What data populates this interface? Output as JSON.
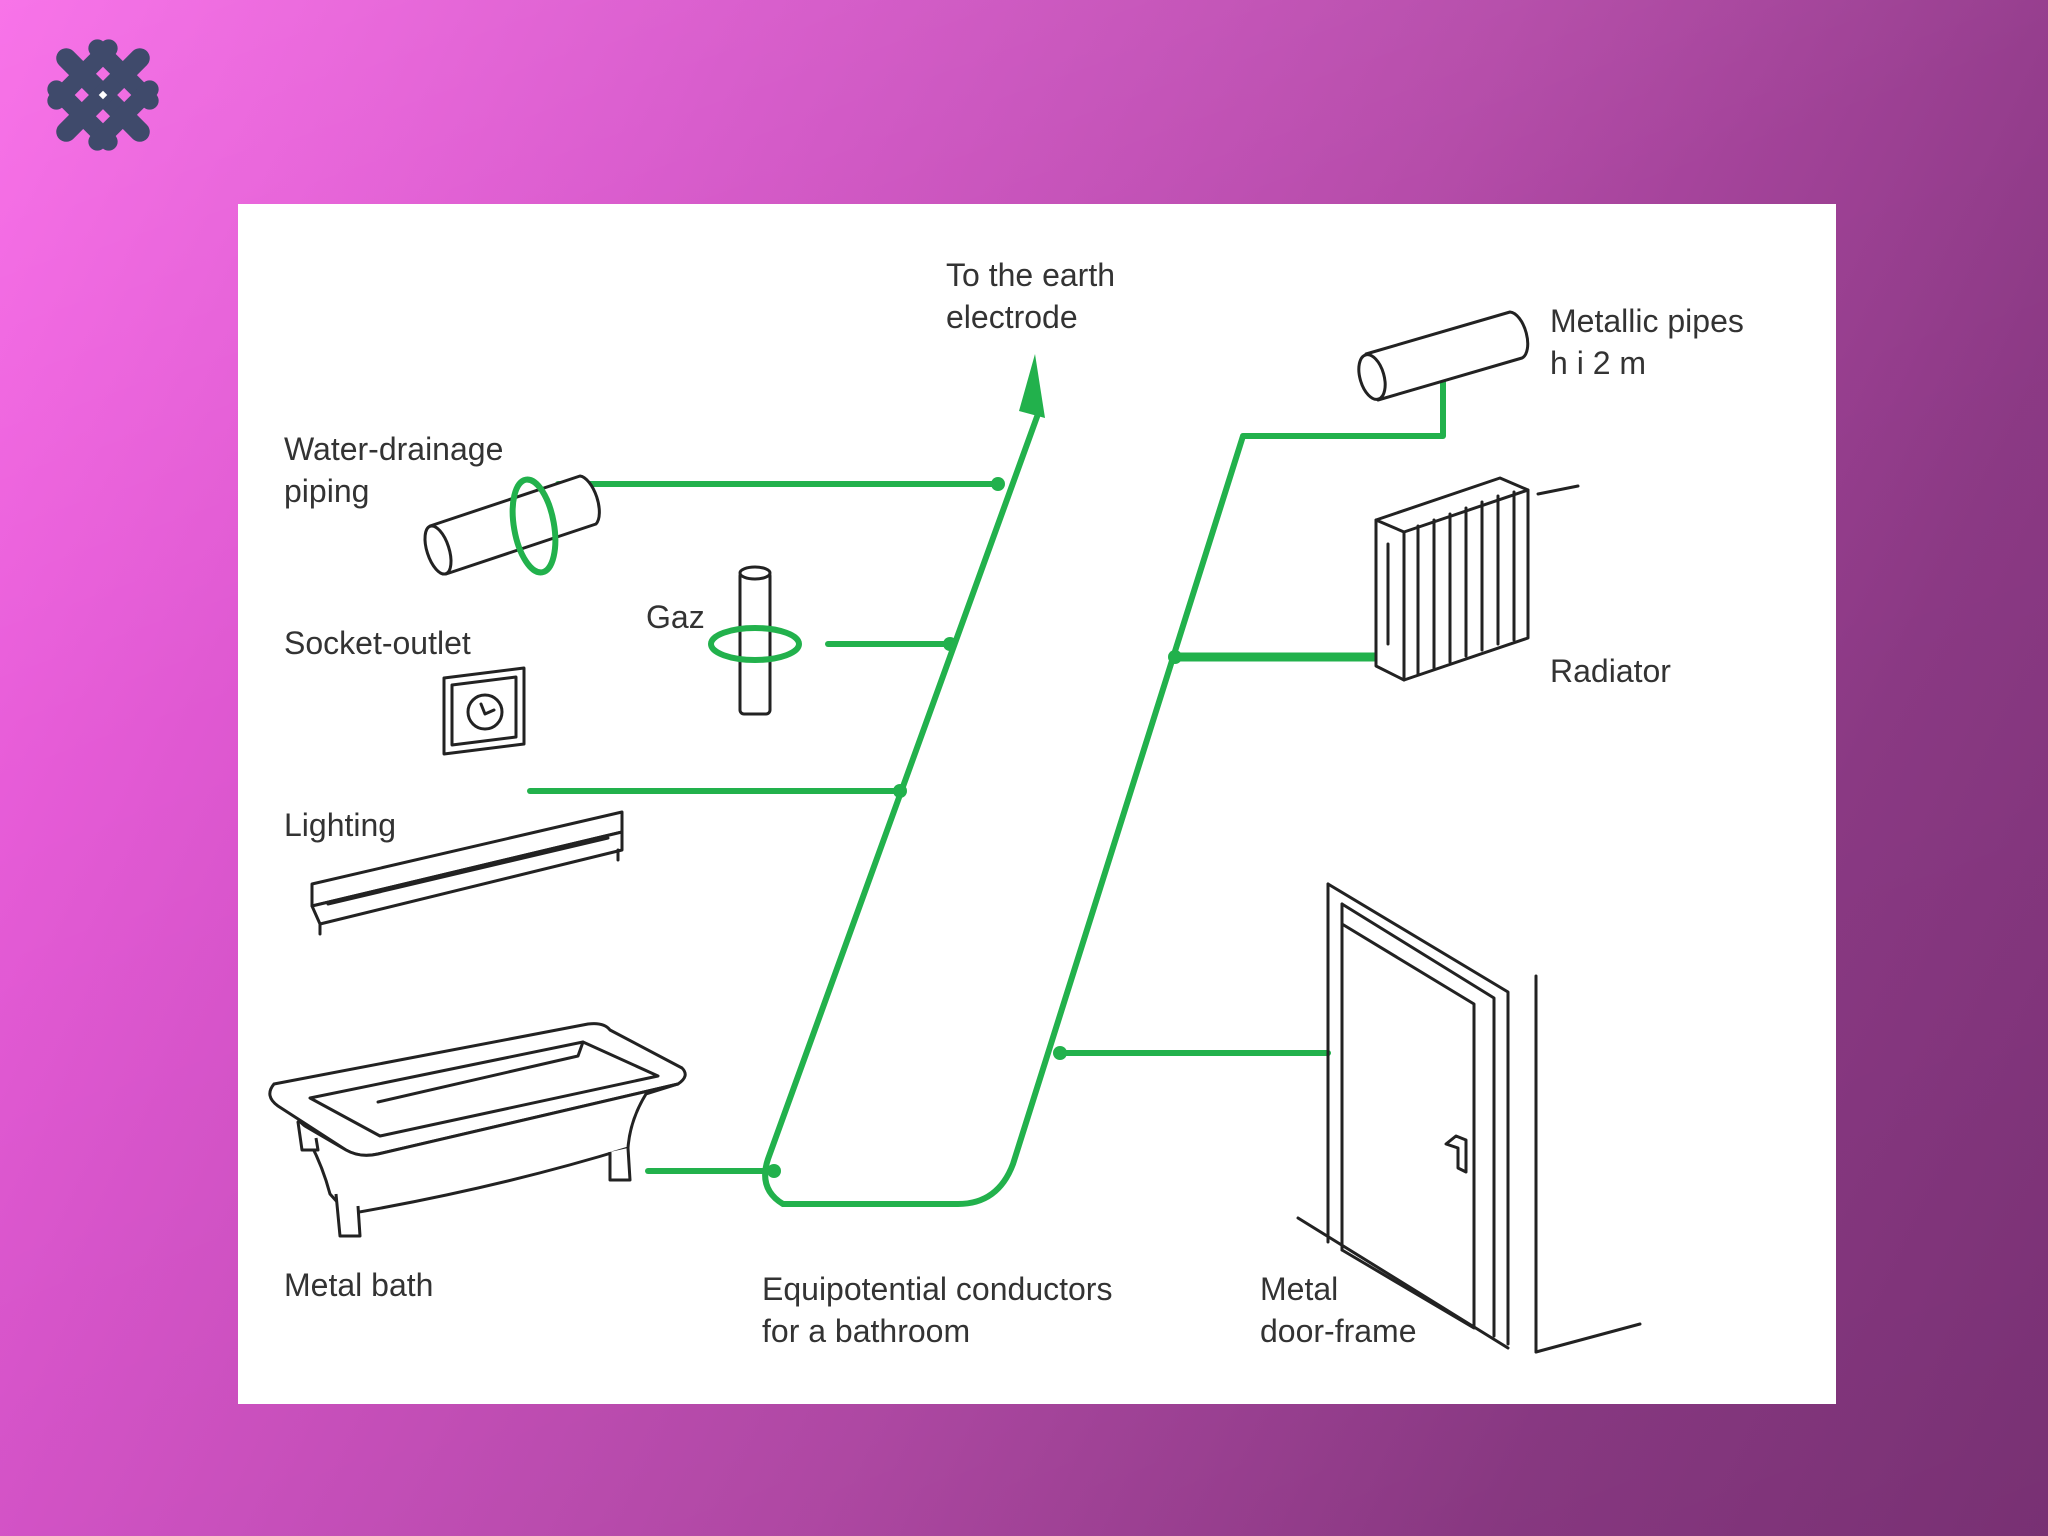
{
  "colors": {
    "conductor": "#22b14c",
    "logo": "#3f4a6b",
    "background_start": "#f764e6",
    "background_end": "#7e3379"
  },
  "icons": [
    "logo-icon",
    "water-drainage-pipe-icon",
    "gas-pipe-icon",
    "socket-outlet-icon",
    "lighting-fixture-icon",
    "metal-bath-icon",
    "metallic-pipe-icon",
    "radiator-icon",
    "door-frame-icon",
    "arrow-up-icon"
  ],
  "diagram": {
    "labels": {
      "earth_line1": "To the earth",
      "earth_line2": "electrode",
      "metallic_pipes_line1": "Metallic pipes",
      "metallic_pipes_line2": "h i 2 m",
      "water_drainage_line1": "Water-drainage",
      "water_drainage_line2": "piping",
      "gaz": "Gaz",
      "socket_outlet": "Socket-outlet",
      "radiator": "Radiator",
      "lighting": "Lighting",
      "metal_bath": "Metal bath",
      "equipotential_line1": "Equipotential conductors",
      "equipotential_line2": "for a bathroom",
      "metal_door_line1": "Metal",
      "metal_door_line2": "door-frame"
    }
  }
}
